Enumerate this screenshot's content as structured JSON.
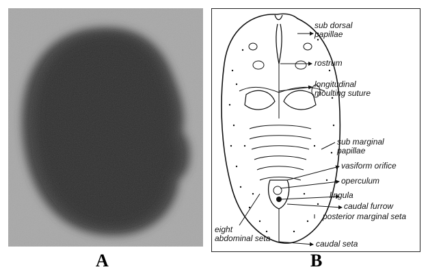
{
  "figure": {
    "panel_a": {
      "letter": "A"
    },
    "panel_b": {
      "letter": "B",
      "labels": {
        "sub_dorsal_papillae_line1": "sub dorsal",
        "sub_dorsal_papillae_line2": "papillae",
        "rostrum": "rostrum",
        "longitudinal_moulting_suture_line1": "longitudinal",
        "longitudinal_moulting_suture_line2": "moulting suture",
        "sub_marginal_papillae_line1": "sub marginal",
        "sub_marginal_papillae_line2": "papillae",
        "vasiform_orifice": "vasiform orifice",
        "operculum": "operculum",
        "lingula": "lingula",
        "caudal_furrow": "caudal furrow",
        "posterior_marginal_seta": "posterior marginal seta",
        "eight_abdominal_seta_line1": "eight",
        "eight_abdominal_seta_line2": "abdominal seta",
        "caudal_seta": "caudal seta"
      }
    }
  }
}
